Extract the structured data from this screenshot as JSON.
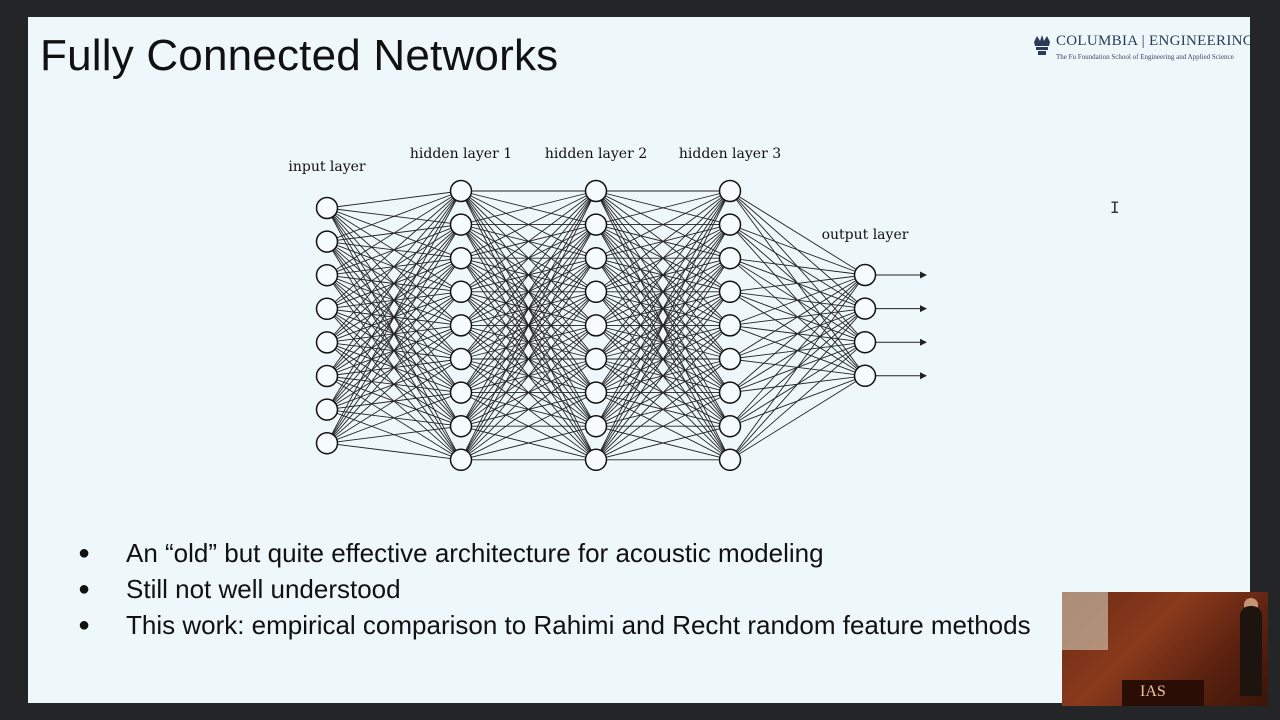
{
  "slide": {
    "title": "Fully Connected Networks",
    "logo": {
      "name": "COLUMBIA | ENGINEERING",
      "subtitle": "The Fu Foundation School of Engineering and Applied Science",
      "icon": "crown-icon"
    },
    "diagram": {
      "layers": [
        {
          "label": "input layer",
          "neurons": 8
        },
        {
          "label": "hidden layer 1",
          "neurons": 9
        },
        {
          "label": "hidden layer 2",
          "neurons": 9
        },
        {
          "label": "hidden layer 3",
          "neurons": 9
        },
        {
          "label": "output layer",
          "neurons": 4
        }
      ],
      "outputs": 4
    },
    "bullets": [
      "An “old” but quite effective architecture for acoustic modeling",
      "Still not well understood",
      "This work: empirical comparison to Rahimi and Recht random feature methods"
    ],
    "bullet_symbol": "●"
  },
  "video_overlay": {
    "podium_text": "IAS"
  },
  "cursor": "I"
}
